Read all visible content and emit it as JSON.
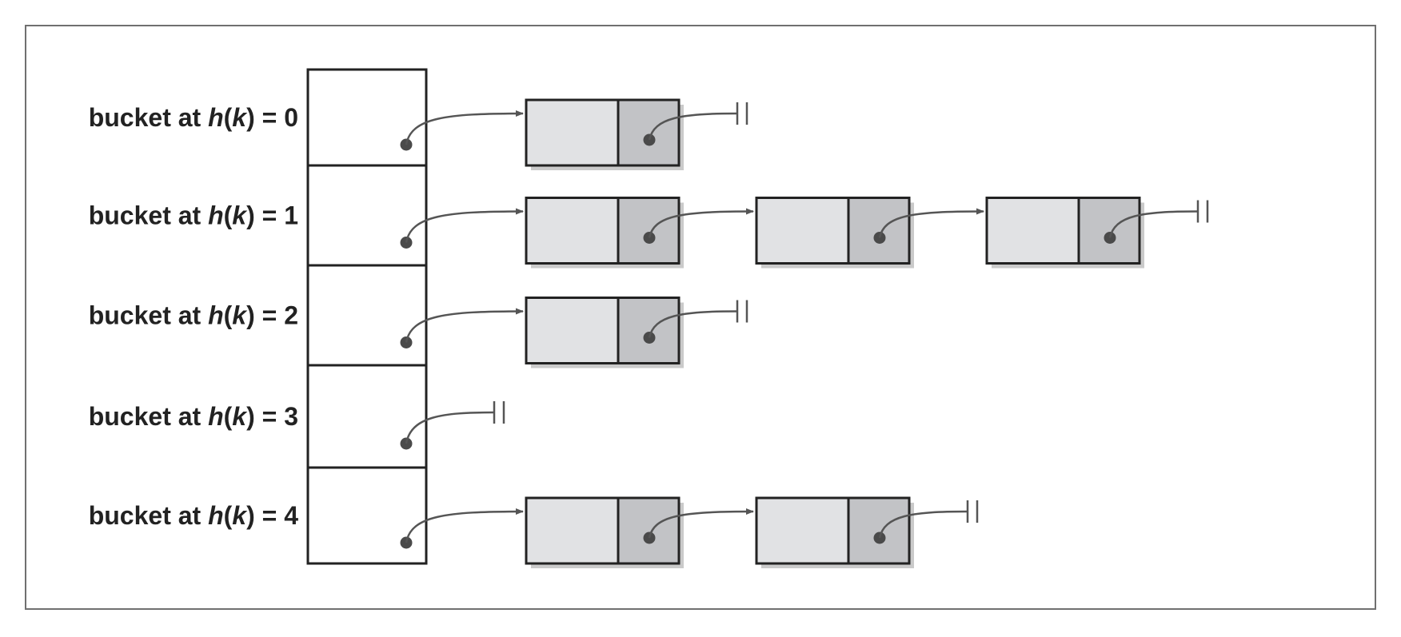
{
  "buckets": [
    {
      "prefix": "bucket at ",
      "fn": "h",
      "open": "(",
      "var": "k",
      "close": ")",
      "suffix": " = 0",
      "chain_length": 1
    },
    {
      "prefix": "bucket at ",
      "fn": "h",
      "open": "(",
      "var": "k",
      "close": ")",
      "suffix": " = 1",
      "chain_length": 3
    },
    {
      "prefix": "bucket at ",
      "fn": "h",
      "open": "(",
      "var": "k",
      "close": ")",
      "suffix": " = 2",
      "chain_length": 1
    },
    {
      "prefix": "bucket at ",
      "fn": "h",
      "open": "(",
      "var": "k",
      "close": ")",
      "suffix": " = 3",
      "chain_length": 0
    },
    {
      "prefix": "bucket at ",
      "fn": "h",
      "open": "(",
      "var": "k",
      "close": ")",
      "suffix": " = 4",
      "chain_length": 2
    }
  ],
  "colors": {
    "frame": "#707070",
    "stroke": "#222222",
    "node_data": "#e1e2e4",
    "node_pointer": "#c2c3c6",
    "shadow": "#bdbdbd",
    "arrow": "#555555",
    "dot": "#4a4a4a"
  }
}
